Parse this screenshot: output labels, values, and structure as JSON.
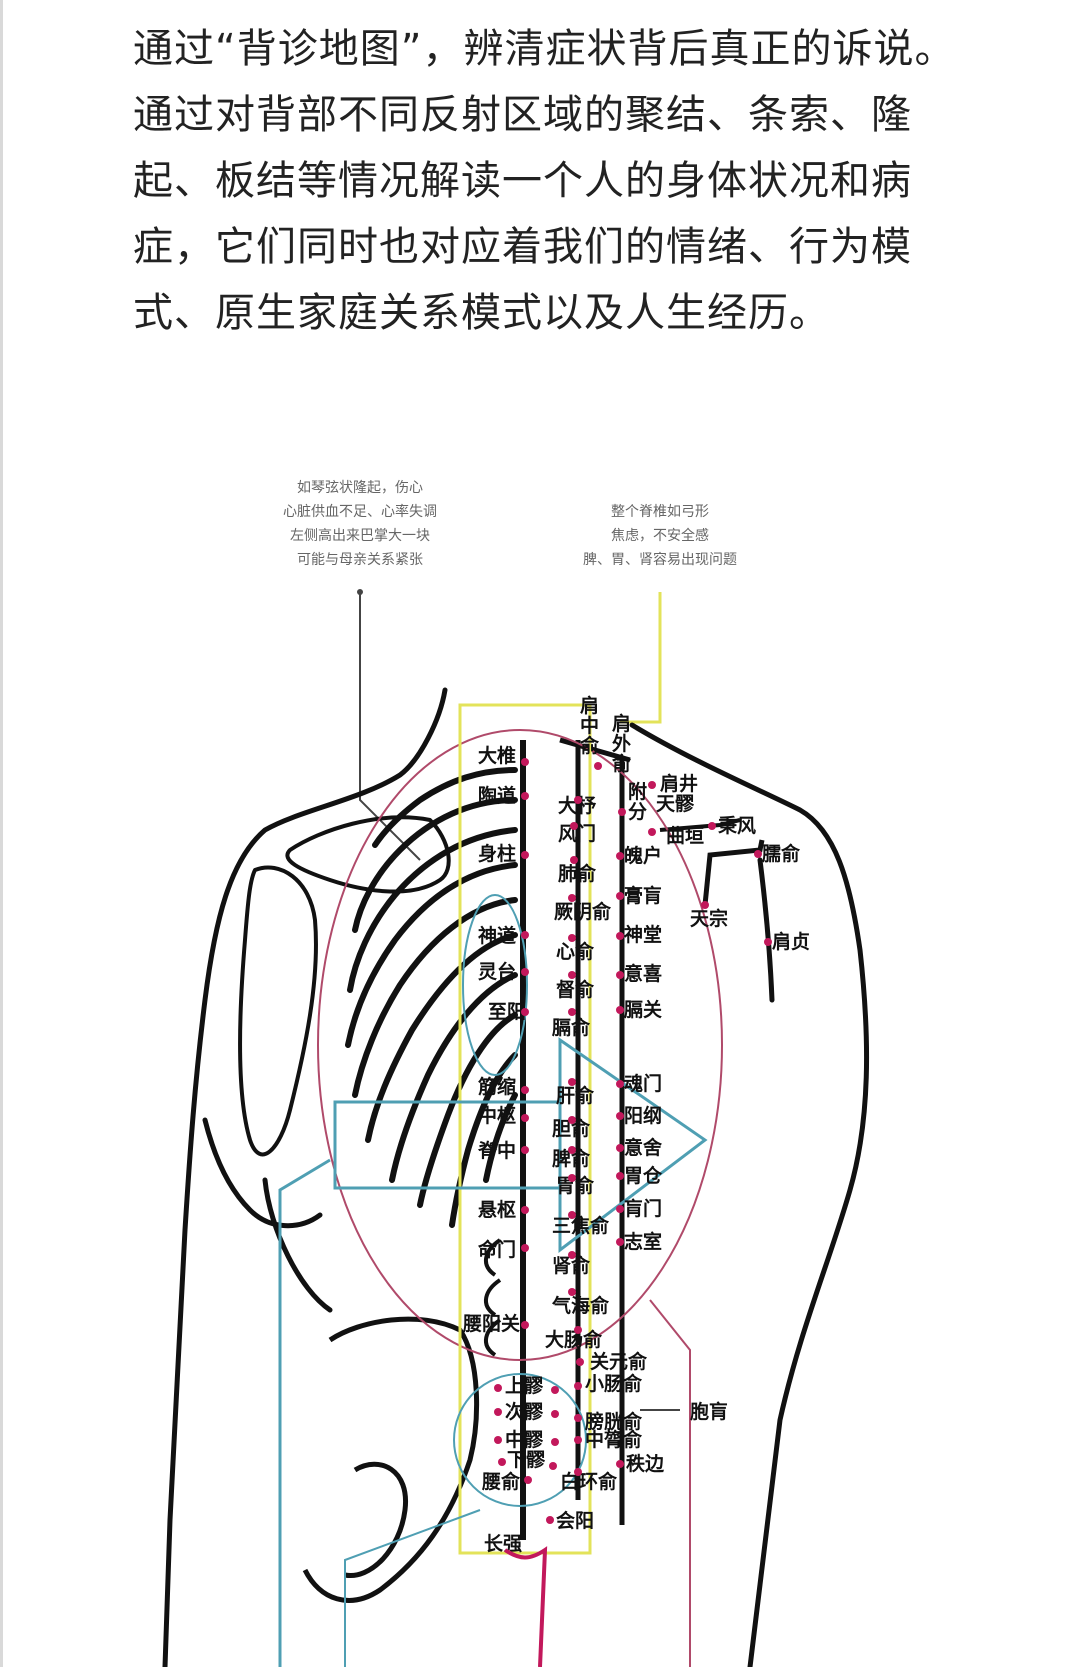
{
  "paragraph": {
    "lines": [
      "通过“背诊地图”，辨清症状背后真正的诉说。",
      "通过对背部不同反射区域的聚结、条索、隆",
      "起、板结等情况解读一个人的身体状况和病",
      "症，它们同时也对应着我们的情绪、行为模",
      "式、原生家庭关系模式以及人生经历。"
    ]
  },
  "annotations": {
    "left": [
      "如琴弦状隆起，伤心",
      "心脏供血不足、心率失调",
      "左侧高出来巴掌大一块",
      "可能与母亲关系紧张"
    ],
    "right": [
      "整个脊椎如弓形",
      "焦虑，不安全感",
      "脾、胃、肾容易出现问题"
    ]
  },
  "points": {
    "dazhui": "大椎",
    "taodao": "陶道",
    "shenzhu": "身柱",
    "shendao": "神道",
    "lingtai": "灵台",
    "zhiyang": "至阳",
    "jinsuo": "筋缩",
    "zhongshu": "中枢",
    "jizhong": "脊中",
    "xuanshu": "悬枢",
    "mingmen": "命门",
    "yaoyangguan": "腰阳关",
    "jianzhong_a": "肩",
    "jianzhong_b": "中",
    "jianzhong_c": "俞",
    "jianwai_a": "肩",
    "jianwai_b": "外",
    "jianwai_c": "俞",
    "dazhu": "大杼",
    "fengmen": "风门",
    "feishu": "肺俞",
    "jueyinshu": "厥阴俞",
    "xinshu": "心俞",
    "dushu": "督俞",
    "geshu": "膈俞",
    "ganshu": "肝俞",
    "danshu": "胆俞",
    "pishu": "脾俞",
    "weishu": "胃俞",
    "sanjiaoshu": "三焦俞",
    "shenshu": "肾俞",
    "qihaishu": "气海俞",
    "dachangshu": "大肠俞",
    "guanyuanshu": "关元俞",
    "xiaochangshu": "小肠俞",
    "pangguangshu": "膀胱俞",
    "zhonglvshu": "中膂俞",
    "baihuanshu": "白环俞",
    "huiyang": "会阳",
    "fufen_a": "附",
    "fufen_b": "分",
    "pohu": "魄户",
    "gaohuang": "膏肓",
    "shentang": "神堂",
    "yixi": "意喜",
    "geguan": "膈关",
    "hunmen": "魂门",
    "yanggang": "阳纲",
    "yishe": "意舍",
    "weicang": "胃仓",
    "huangmen": "肓门",
    "zhishi": "志室",
    "baohuang": "胞肓",
    "zhibian": "秩边",
    "jianjing": "肩井",
    "tianliao": "天髎",
    "quyuan": "曲垣",
    "bingfeng": "秉风",
    "naoshu": "臑俞",
    "tianzong": "天宗",
    "jianzhen": "肩贞",
    "shangliao": "上髎",
    "ciliao": "次髎",
    "zhongliao": "中髎",
    "xialiao": "下髎",
    "yaoshu": "腰俞",
    "changqiang": "长强"
  },
  "colors": {
    "text": "#222222",
    "outline": "#111111",
    "acupoint": "#c2185b",
    "ellipse": "#b04a6a",
    "yellow": "#e3e35a",
    "teal": "#4f9fb3",
    "note": "#666666"
  }
}
